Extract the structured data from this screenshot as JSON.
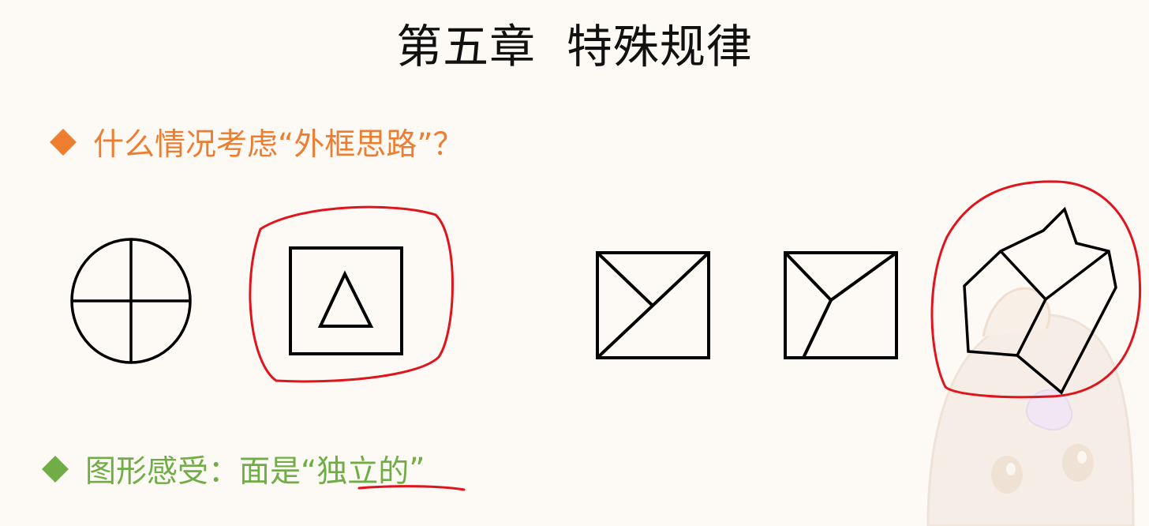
{
  "slide": {
    "title": "第五章  特殊规律",
    "question": "什么情况考虑“外框思路”？",
    "feeling_prefix": "图形感受：面是“",
    "feeling_highlight": "独立的",
    "feeling_suffix": "”"
  },
  "colors": {
    "background": "#fdf9f4",
    "title": "#111111",
    "question": "#ed7d31",
    "feeling": "#70ad47",
    "annotation": "#e0141c",
    "figure_stroke": "#000000"
  },
  "figures": [
    {
      "name": "circle-with-cross",
      "circled": false
    },
    {
      "name": "square-with-triangle",
      "circled": true
    },
    {
      "name": "square-with-diagonal-lines",
      "circled": false
    },
    {
      "name": "square-with-y-lines",
      "circled": false
    },
    {
      "name": "irregular-polygon-divided",
      "circled": true
    }
  ]
}
